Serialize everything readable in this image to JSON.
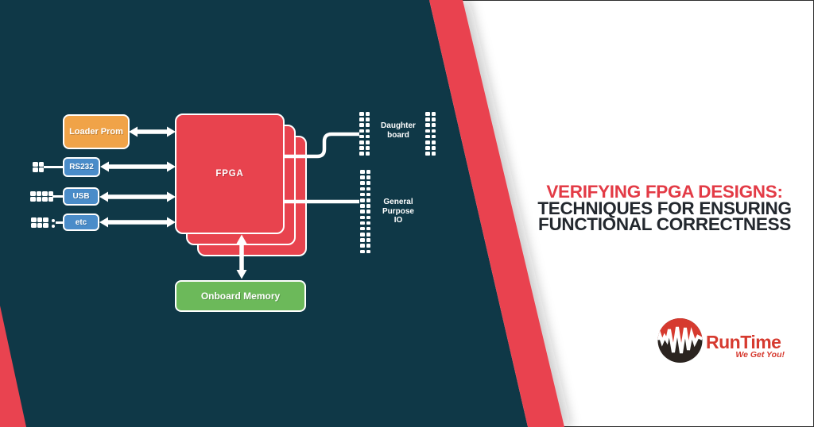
{
  "colors": {
    "navy": "#0f3847",
    "stripe_red": "#e94350",
    "white": "#ffffff",
    "red": "#e8434e",
    "orange": "#f0a348",
    "blue": "#4a8cc9",
    "green": "#6cb95a",
    "title_red": "#e33b46",
    "title_dark": "#23282e",
    "logo_red": "#d63a2f",
    "logo_dark": "#2b2420"
  },
  "diagram": {
    "blocks": {
      "loader_prom": {
        "label": "Loader Prom"
      },
      "rs232": {
        "label": "RS232"
      },
      "usb": {
        "label": "USB"
      },
      "etc": {
        "label": "etc"
      },
      "fpga": {
        "label": "FPGA"
      },
      "onboard_memory": {
        "label": "Onboard Memory"
      }
    },
    "connector_labels": {
      "daughter_board": {
        "line1": "Daughter",
        "line2": "board"
      },
      "gpio": {
        "line1": "General",
        "line2": "Purpose",
        "line3": "IO"
      }
    },
    "pin_headers": [
      {
        "name": "daughter-left",
        "rows": 8,
        "cols": 2
      },
      {
        "name": "daughter-right",
        "rows": 8,
        "cols": 2
      },
      {
        "name": "gpio-left",
        "rows": 15,
        "cols": 2
      }
    ],
    "io_connectors": [
      {
        "name": "rs232-connector",
        "rows": 2,
        "cols": 2
      },
      {
        "name": "usb-connector",
        "rows": 2,
        "cols": 4
      },
      {
        "name": "etc-connector",
        "rows": 2,
        "cols": 3
      }
    ]
  },
  "headline": {
    "line1": "VERIFYING FPGA DESIGNS:",
    "line2": "TECHNIQUES FOR ENSURING",
    "line3": "FUNCTIONAL CORRECTNESS"
  },
  "logo": {
    "name": "RunTime",
    "tagline": "We Get You!"
  }
}
